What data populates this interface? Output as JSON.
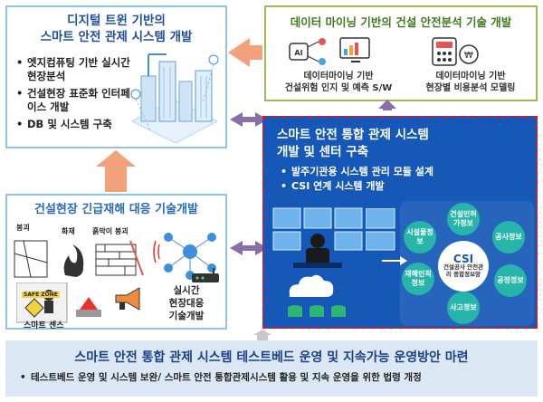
{
  "twin": {
    "title_line1": "디지털 트윈 기반의",
    "title_line2": "스마트 안전 관제 시스템 개발",
    "items": [
      "엣지컴퓨팅 기반 실시간 현장분석",
      "건설현장 표준화 인터페이스 개발",
      "DB 및 시스템 구축"
    ]
  },
  "mining": {
    "title": "데이터 마이닝 기반의 건설 안전분석 기술 개발",
    "left_label_line1": "데이터마이닝 기반",
    "left_label_line2": "건설위험 인지 및 예측 S/W",
    "right_label_line1": "데이터마이닝 기반",
    "right_label_line2": "현장별 비용분석 모델링",
    "ai_text": "AI"
  },
  "emergency": {
    "title": "건설현장 긴급재해 대응 기술개발",
    "label_collapse": "붕괴",
    "label_fire": "화재",
    "label_wall": "흙막이 붕괴",
    "label_smart_sense": "스마트 센스",
    "label_safe_zone": "SAFE ZONE",
    "label_realtime_line1": "실시간",
    "label_realtime_line2": "현장대응",
    "label_realtime_line3": "기술개발"
  },
  "center": {
    "title_line1": "스마트 안전 통합 관제 시스템",
    "title_line2": "개발 및 센터 구축",
    "items": [
      "발주기관용 시스템 관리 모듈 설계",
      "CSI 연계 시스템 개발"
    ],
    "csi_title": "CSI",
    "csi_sub": "건설공사 안전관리 종합정보망",
    "nodes": [
      "건설인허가정보",
      "공사정보",
      "공정정보",
      "사고정보",
      "재해인적정보",
      "시설물정보"
    ]
  },
  "bottom": {
    "title": "스마트 안전 통합 관제 시스템 테스트베드 운영 및 지속가능 운영방안 마련",
    "items": [
      "테스트베드 운영 및 시스템 보완/ 스마트 안전 통합관제시스템 활용 및 지속 운영을 위한 법령 개정"
    ]
  },
  "colors": {
    "center_bg": "#1558b8",
    "center_border": "#d21b2c",
    "twin_border": "#8fc4e4",
    "mining_border": "#9dbb5a",
    "arrow_orange": "#f2a27a",
    "arrow_purple": "#8a6ea8",
    "csi_node": "#26b5a8"
  }
}
